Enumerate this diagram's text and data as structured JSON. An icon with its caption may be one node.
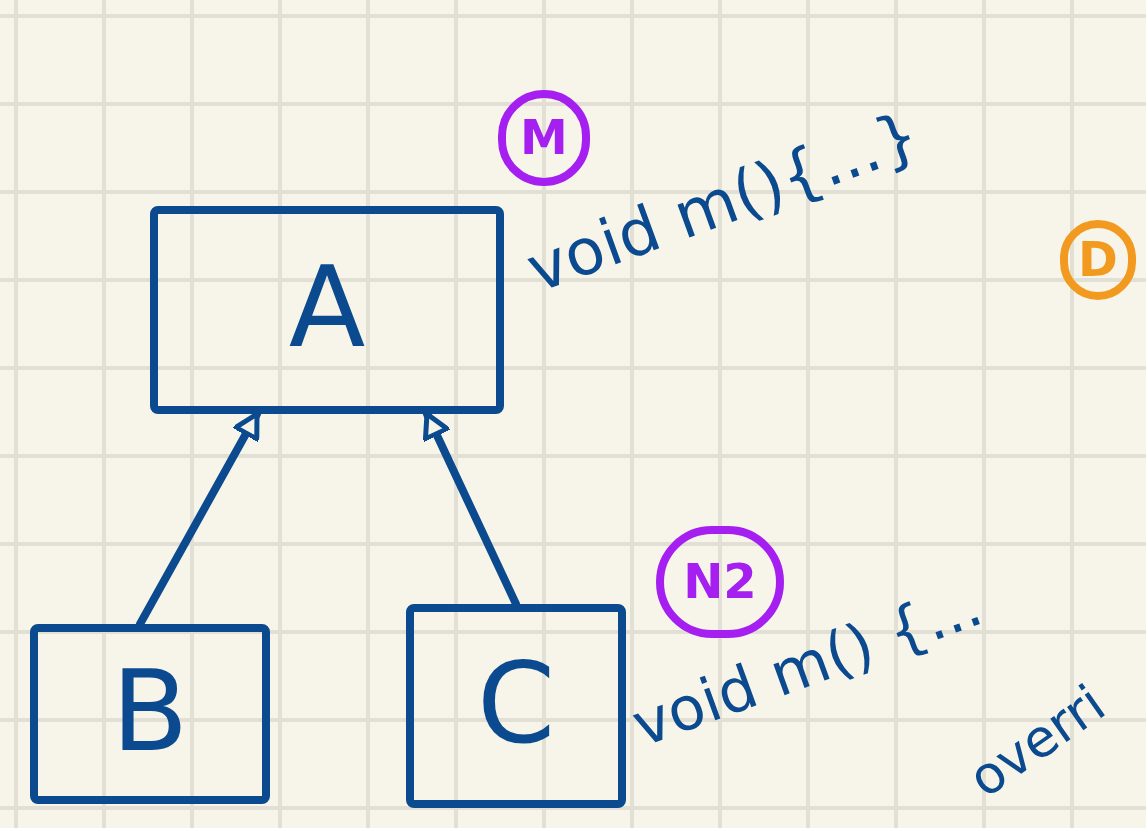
{
  "diagram": {
    "nodes": [
      {
        "text": [
          "A"
        ]
      },
      {
        "text": [
          "B"
        ]
      },
      {
        "text": [
          "C"
        ]
      },
      {
        "text": [
          "M"
        ]
      },
      {
        "text": [
          "N2"
        ]
      },
      {
        "text": [
          "D"
        ]
      }
    ],
    "edges": [
      {
        "from": 1,
        "to": 0,
        "arrow": "to"
      },
      {
        "from": 2,
        "to": 0,
        "arrow": "to"
      }
    ],
    "labels": [
      "void m(){...}",
      "void m() {...",
      "overri"
    ]
  }
}
